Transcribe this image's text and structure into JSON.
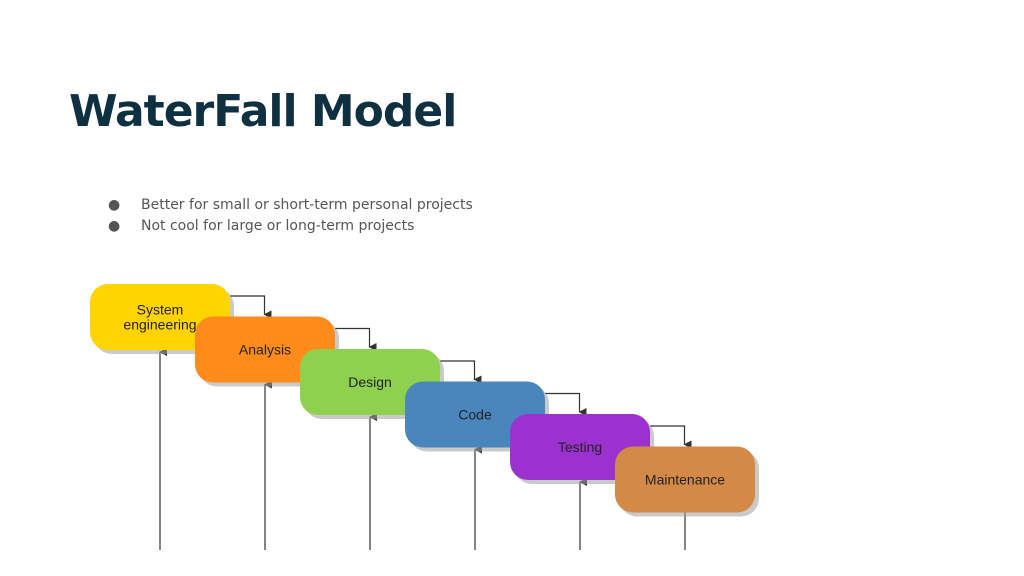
{
  "slide": {
    "title": "WaterFall Model",
    "bullets": [
      "Better for small or short-term personal projects",
      "Not cool for large or long-term projects"
    ]
  },
  "diagram": {
    "stages": [
      {
        "lines": [
          "System",
          "engineering"
        ],
        "color": "#ffd400"
      },
      {
        "lines": [
          "Analysis"
        ],
        "color": "#ff8c1a"
      },
      {
        "lines": [
          "Design"
        ],
        "color": "#8fd14f"
      },
      {
        "lines": [
          "Code"
        ],
        "color": "#4a86bd"
      },
      {
        "lines": [
          "Testing"
        ],
        "color": "#9b32d0"
      },
      {
        "lines": [
          "Maintenance"
        ],
        "color": "#d48a46"
      }
    ],
    "connector_color": "#333333",
    "shadow_color": "#9e9e9e"
  }
}
